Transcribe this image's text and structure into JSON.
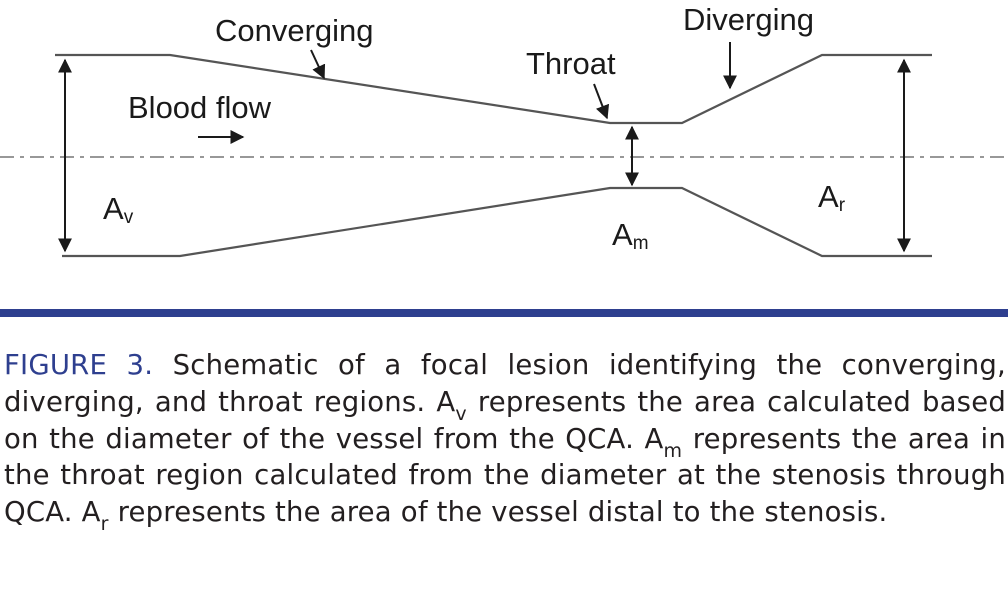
{
  "diagram": {
    "labels": {
      "converging": "Converging",
      "diverging": "Diverging",
      "throat": "Throat",
      "blood_flow": "Blood flow"
    },
    "areas": {
      "av": {
        "symbol": "A",
        "subscript": "v"
      },
      "am": {
        "symbol": "A",
        "subscript": "m"
      },
      "ar": {
        "symbol": "A",
        "subscript": "r"
      }
    }
  },
  "caption": {
    "figure_label": "FIGURE 3.",
    "part1": " Schematic of a focal lesion identifying the converging, diverging, and throat regions. A",
    "sub_v": "v",
    "part2": " represents the area calculated based on the diameter of the vessel from the QCA. A",
    "sub_m": "m",
    "part3": " represents the area in the throat region calculated from the diameter at the stenosis through QCA.  A",
    "sub_r": "r",
    "part4": " represents the area of the vessel distal to the stenosis."
  },
  "colors": {
    "rule": "#2e3f8f",
    "figure_label": "#2e3f8f",
    "line": "#555555"
  }
}
